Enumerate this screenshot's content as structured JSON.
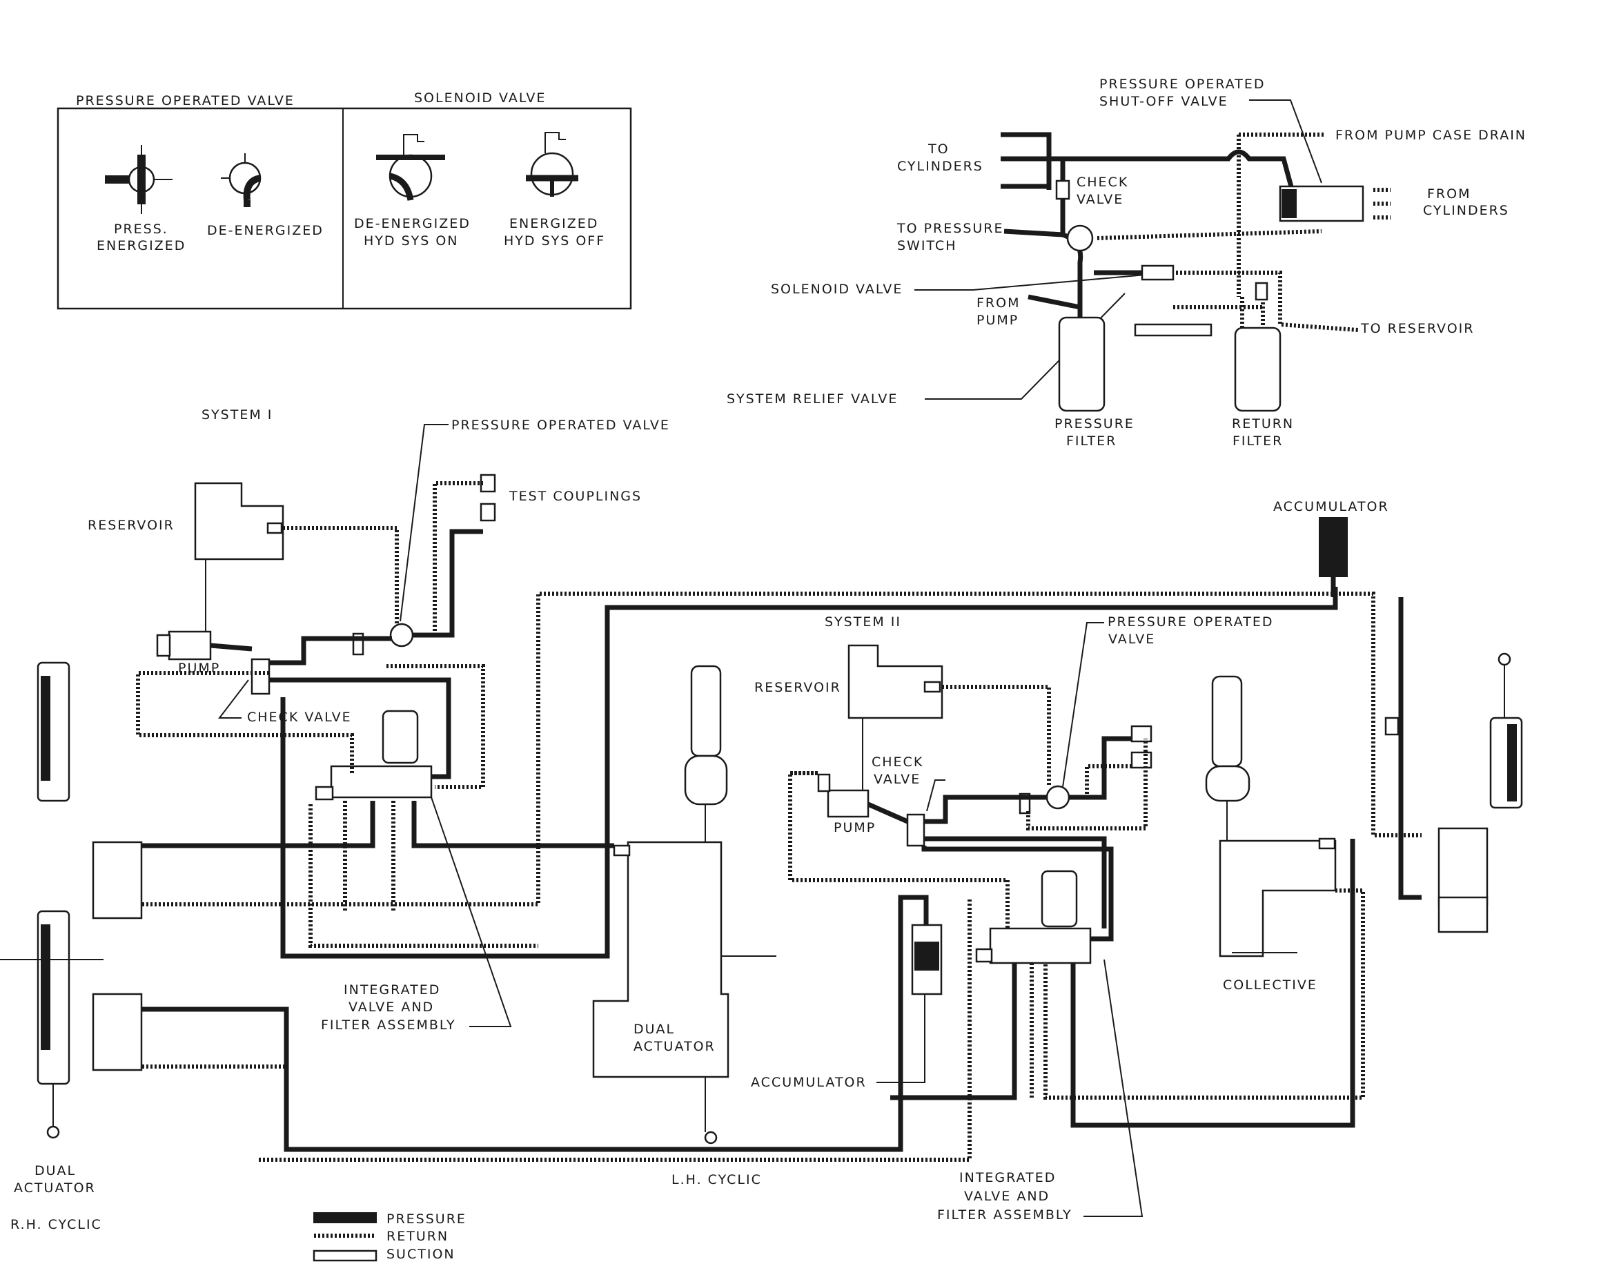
{
  "legend_box": {
    "pov_header": "PRESSURE  OPERATED  VALVE",
    "sol_header": "SOLENOID VALVE",
    "pov_energized": [
      "PRESS.",
      "ENERGIZED"
    ],
    "pov_deenergized": "DE-ENERGIZED",
    "sol_deenergized": [
      "DE-ENERGIZED",
      "HYD SYS ON"
    ],
    "sol_energized": [
      "ENERGIZED",
      "HYD SYS OFF"
    ]
  },
  "detail": {
    "pov": [
      "PRESSURE OPERATED",
      "SHUT-OFF VALVE"
    ],
    "from_pump_case_drain": "FROM PUMP CASE DRAIN",
    "to_cylinders": [
      "TO",
      "CYLINDERS"
    ],
    "from_cylinders": [
      "FROM",
      "CYLINDERS"
    ],
    "check_valve": [
      "CHECK",
      "VALVE"
    ],
    "to_pressure_switch": [
      "TO  PRESSURE",
      "SWITCH"
    ],
    "solenoid_valve": "SOLENOID  VALVE",
    "from_pump": [
      "FROM",
      "PUMP"
    ],
    "to_reservoir": "TO RESERVOIR",
    "system_relief_valve": "SYSTEM RELIEF VALVE",
    "pressure_filter": [
      "PRESSURE",
      "FILTER"
    ],
    "return_filter": [
      "RETURN",
      "FILTER"
    ]
  },
  "system1": {
    "title": "SYSTEM I",
    "pov": "PRESSURE OPERATED VALVE",
    "test_couplings": "TEST COUPLINGS",
    "reservoir": "RESERVOIR",
    "pump": "PUMP",
    "check_valve": "CHECK  VALVE",
    "ivfa": [
      "INTEGRATED",
      "VALVE AND",
      "FILTER ASSEMBLY"
    ]
  },
  "system2": {
    "title": "SYSTEM II",
    "pov": [
      "PRESSURE OPERATED",
      "VALVE"
    ],
    "reservoir": "RESERVOIR",
    "check_valve": [
      "CHECK",
      "VALVE"
    ],
    "pump": "PUMP",
    "accumulator_top": "ACCUMULATOR",
    "accumulator": "ACCUMULATOR",
    "ivfa": [
      "INTEGRATED",
      "VALVE AND",
      "FILTER ASSEMBLY"
    ],
    "collective": "COLLECTIVE"
  },
  "actuators": {
    "center": [
      "DUAL",
      "ACTUATOR"
    ],
    "rh": [
      "DUAL",
      "ACTUATOR"
    ],
    "rh_cyclic": "R.H. CYCLIC",
    "lh_cyclic": "L.H. CYCLIC"
  },
  "line_legend": {
    "pressure": "PRESSURE",
    "return": "RETURN",
    "suction": "SUCTION"
  }
}
